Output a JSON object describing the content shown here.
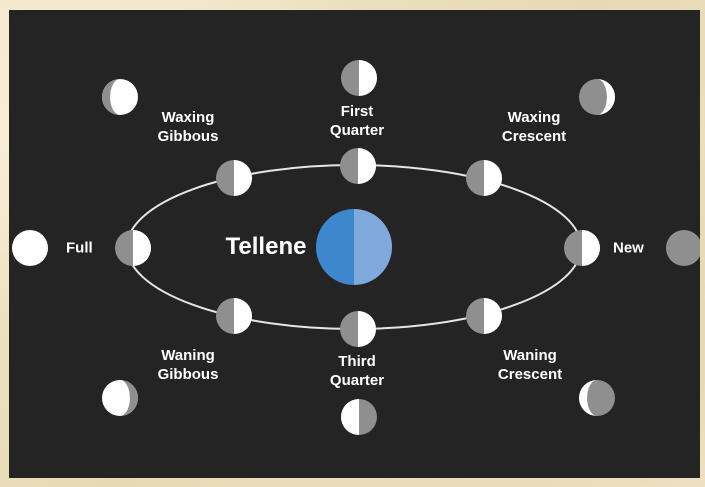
{
  "center": {
    "name": "Tellene"
  },
  "labels": {
    "waxing_gibbous": [
      "Waxing",
      "Gibbous"
    ],
    "first_quarter": [
      "First",
      "Quarter"
    ],
    "waxing_crescent": [
      "Waxing",
      "Crescent"
    ],
    "full": "Full",
    "new": "New",
    "waning_gibbous": [
      "Waning",
      "Gibbous"
    ],
    "third_quarter": [
      "Third",
      "Quarter"
    ],
    "waning_crescent": [
      "Waning",
      "Crescent"
    ]
  },
  "colors": {
    "background": "#252424",
    "moon_light": "#ffffff",
    "moon_dark": "#8f8f8f",
    "orbit": "#e6e6e6",
    "planet_left": "#3f87cc",
    "planet_right": "#7fa9dc",
    "text": "#ffffff"
  }
}
